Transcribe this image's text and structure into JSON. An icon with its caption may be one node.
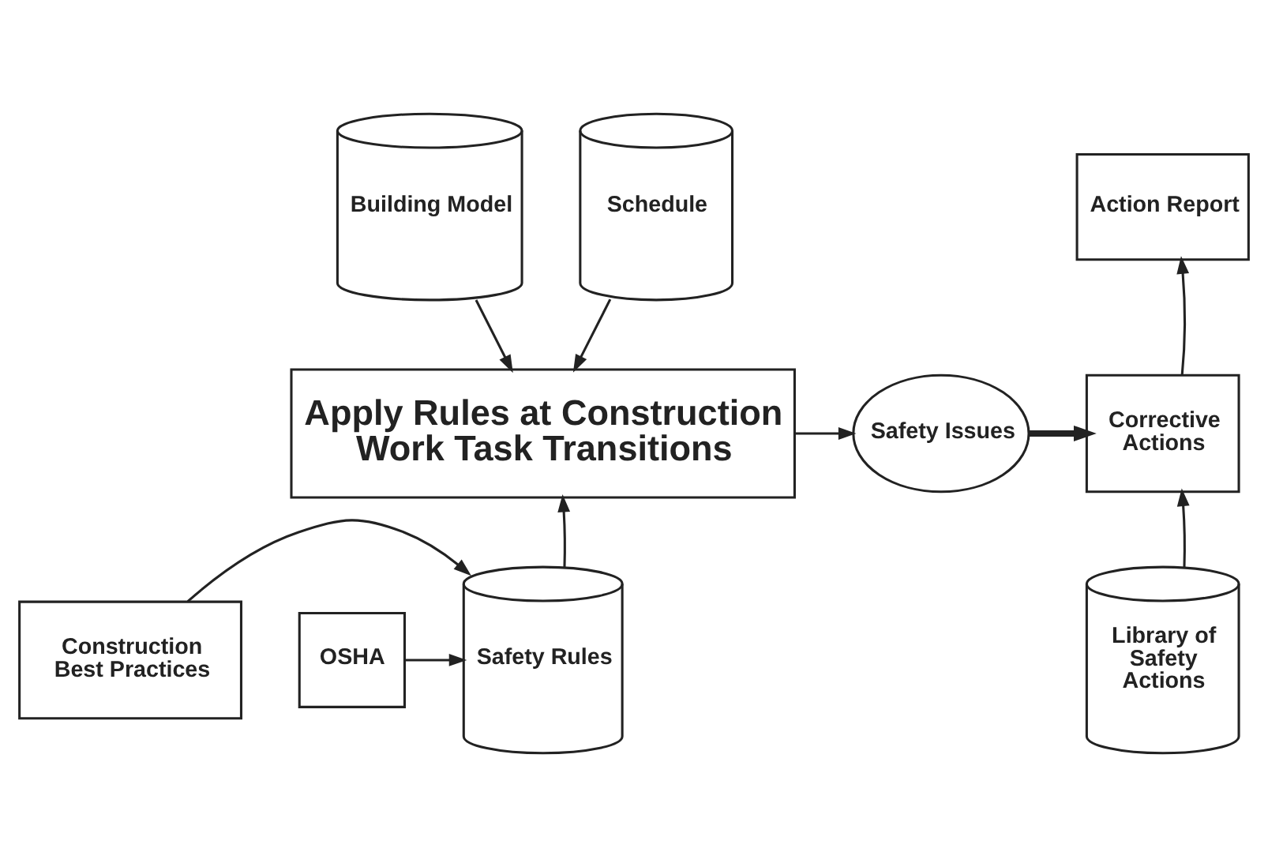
{
  "diagram": {
    "nodes": [
      {
        "text": [
          "Building Model"
        ]
      },
      {
        "text": [
          "Schedule"
        ]
      },
      {
        "text": [
          "Action Report"
        ]
      },
      {
        "text": [
          "Apply Rules at Construction Work Task Transitions"
        ]
      },
      {
        "text": [
          "Safety Issues"
        ]
      },
      {
        "text": [
          "Corrective Actions"
        ]
      },
      {
        "text": [
          "Construction Best Practices"
        ]
      },
      {
        "text": [
          "Safety Rules"
        ]
      },
      {
        "text": [
          "OSHA"
        ]
      },
      {
        "text": [
          "Library of Safety Actions"
        ]
      }
    ],
    "edges": [
      {
        "from": 0,
        "to": 3,
        "arrow": "to"
      },
      {
        "from": 1,
        "to": 3,
        "arrow": "to"
      },
      {
        "from": 3,
        "to": 4,
        "arrow": "to"
      },
      {
        "from": 4,
        "to": 5,
        "arrow": "to",
        "style": "thick"
      },
      {
        "from": 5,
        "to": 2,
        "arrow": "to"
      },
      {
        "from": 9,
        "to": 5,
        "arrow": "to"
      },
      {
        "from": 7,
        "to": 3,
        "arrow": "to"
      },
      {
        "from": 6,
        "to": 7,
        "arrow": "to"
      },
      {
        "from": 8,
        "to": 7,
        "arrow": "to"
      }
    ]
  }
}
